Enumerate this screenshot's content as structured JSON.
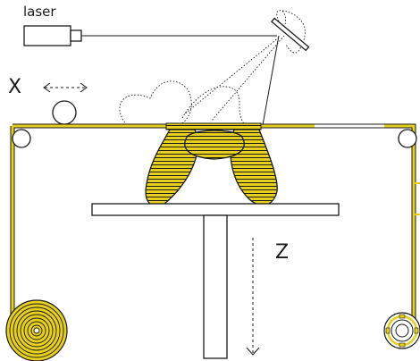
{
  "labels": {
    "laser": "laser",
    "x_axis": "X",
    "z_axis": "Z"
  },
  "colors": {
    "material": "#e6cf1f",
    "outline": "#1a1a1a",
    "background": "#ffffff"
  }
}
